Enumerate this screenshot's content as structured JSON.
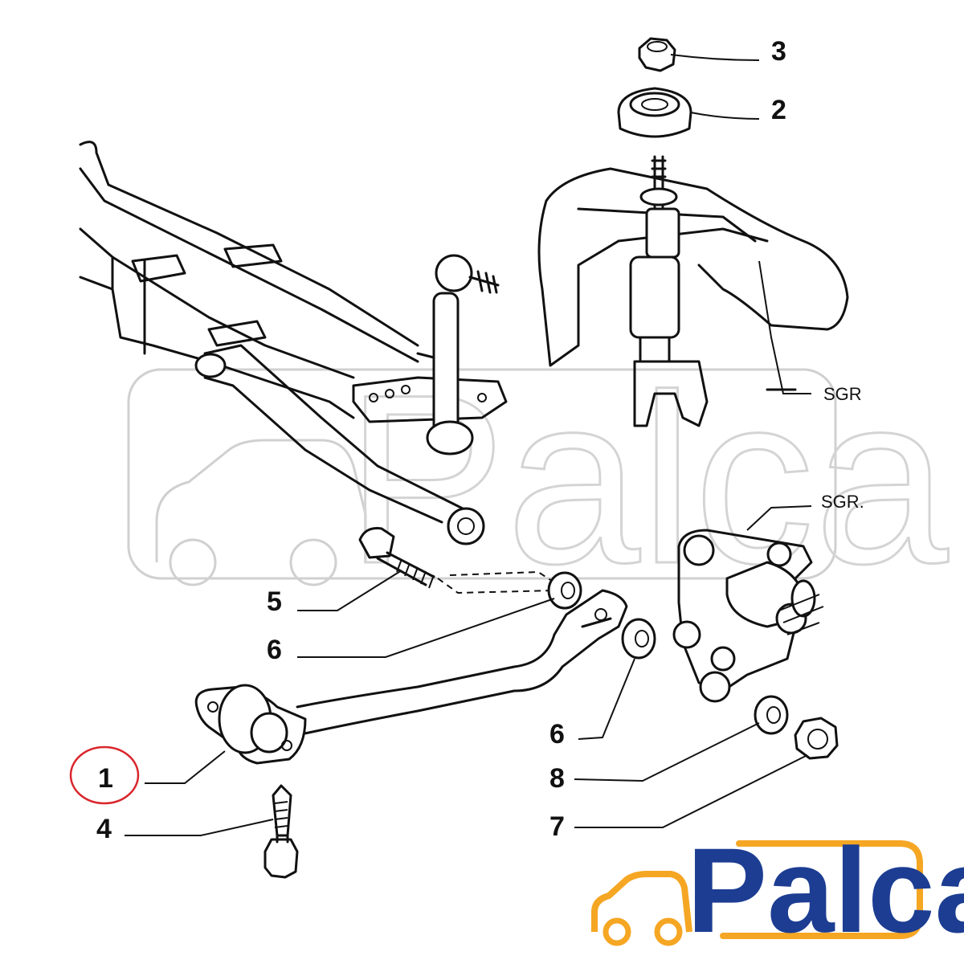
{
  "part_labels": [
    "3",
    "2",
    "5",
    "6",
    "6",
    "1",
    "4",
    "8",
    "7"
  ],
  "ref_labels": [
    "SGR",
    "SGR."
  ],
  "brand": {
    "text": "Palca",
    "text_color": "#1c3d92",
    "icon_color": "#f5a623",
    "highlight_color": "#d9262c"
  }
}
